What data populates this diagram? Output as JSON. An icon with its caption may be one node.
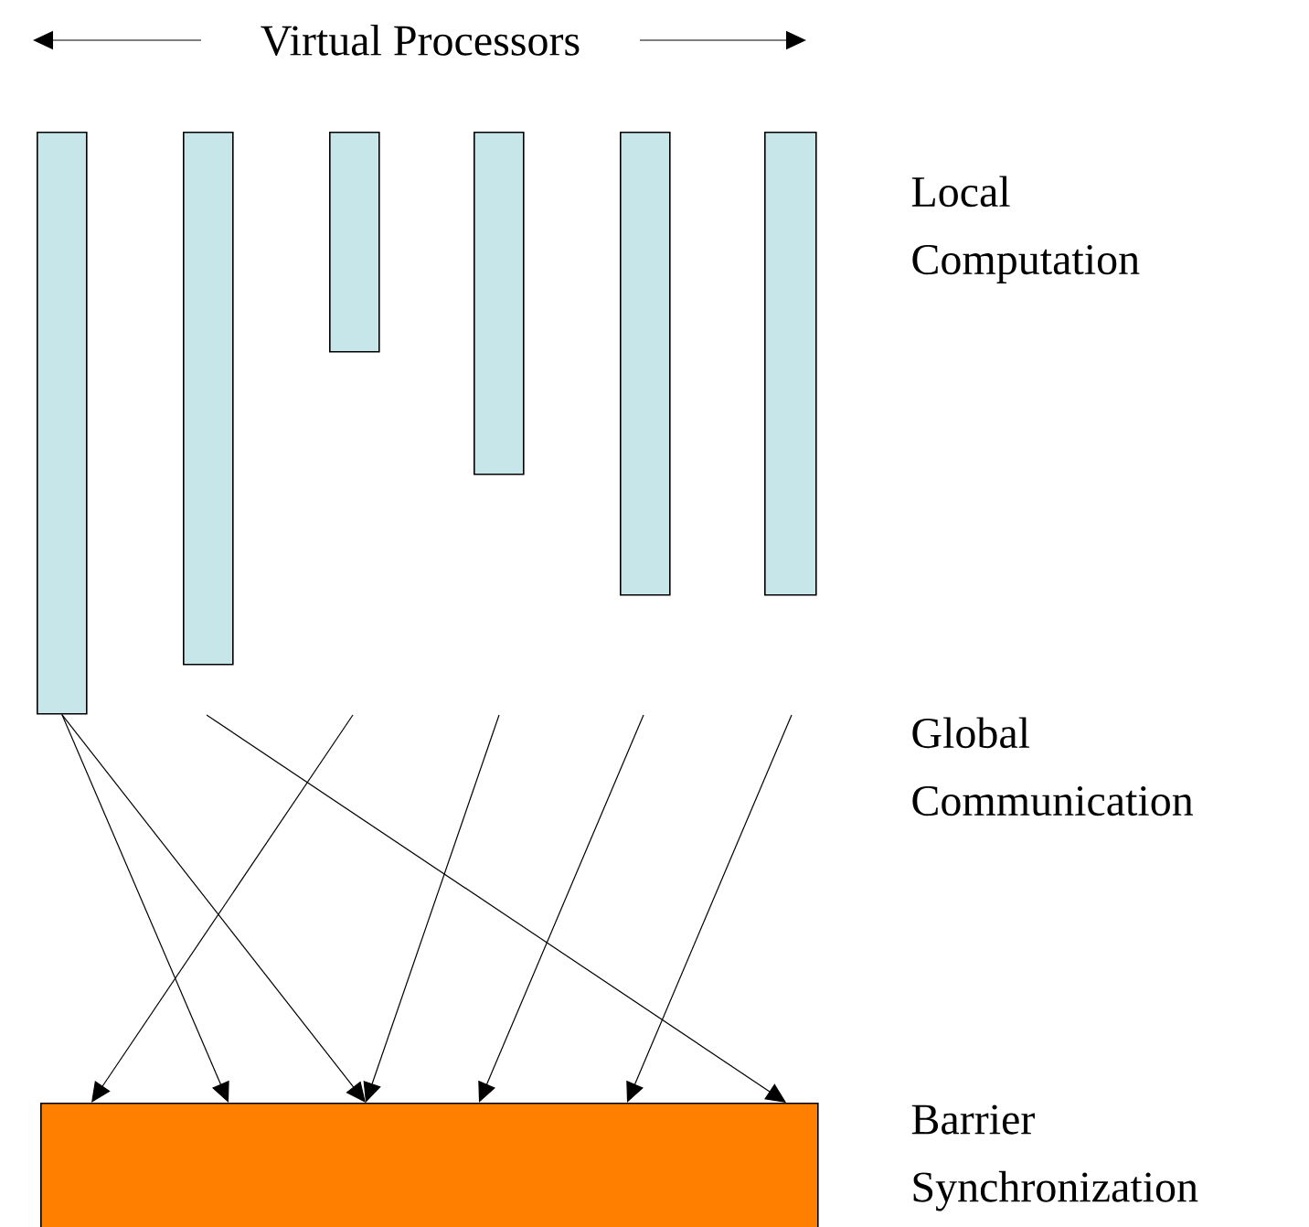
{
  "diagram": {
    "nodes": [
      {
        "text": [],
        "shape": "bar"
      },
      {
        "text": [],
        "shape": "bar"
      },
      {
        "text": [],
        "shape": "bar"
      },
      {
        "text": [],
        "shape": "bar"
      },
      {
        "text": [],
        "shape": "bar"
      },
      {
        "text": [],
        "shape": "bar"
      },
      {
        "text": [],
        "shape": "bar"
      }
    ],
    "edges": [
      {
        "from": 0,
        "to": 6,
        "arrow": "to"
      },
      {
        "from": 0,
        "to": 6,
        "arrow": "to"
      },
      {
        "from": null,
        "to": 6,
        "arrow": "to"
      },
      {
        "from": null,
        "to": 6,
        "arrow": "to"
      },
      {
        "from": null,
        "to": 6,
        "arrow": "to"
      },
      {
        "from": null,
        "to": 6,
        "arrow": "to"
      },
      {
        "from": null,
        "to": 6,
        "arrow": "to"
      }
    ],
    "labels": [
      "Virtual Processors",
      "Local Computation",
      "Global Communication",
      "Barrier Synchronization"
    ]
  }
}
